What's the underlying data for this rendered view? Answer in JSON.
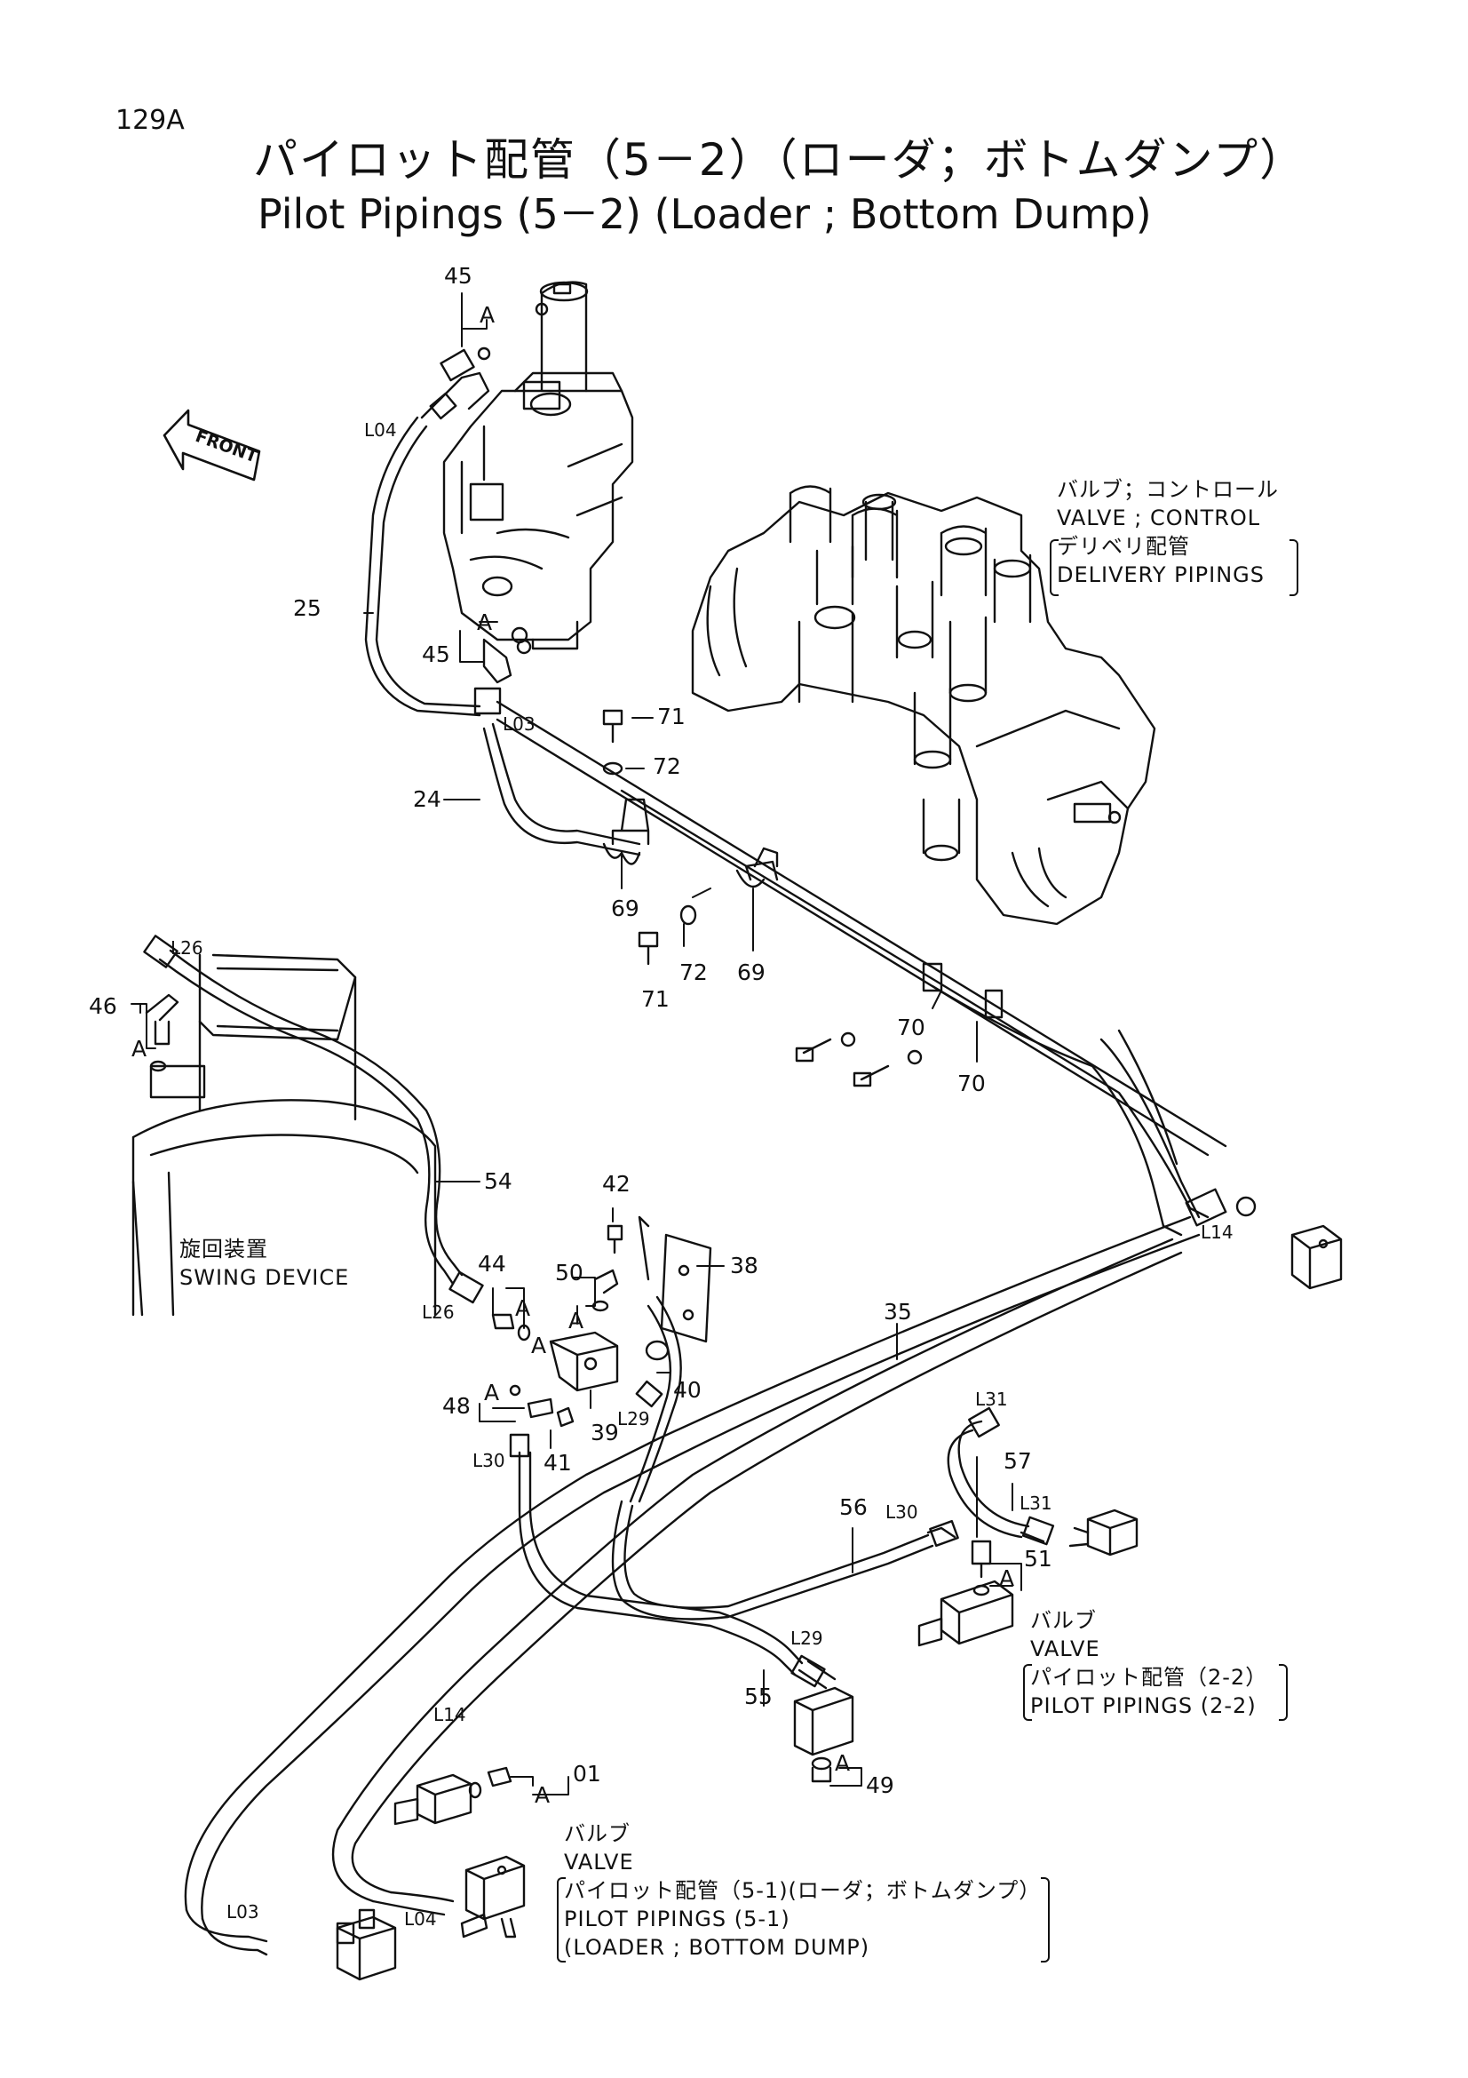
{
  "header": {
    "page_number": "129A",
    "title_jp": "パイロット配管（5－2）（ローダ；ボトムダンプ）",
    "title_en": "Pilot Pipings (5－2) (Loader ; Bottom Dump)"
  },
  "front_indicator": "FRONT",
  "notes": {
    "control_valve": {
      "line1": "バルブ；コントロール",
      "line2": "VALVE ; CONTROL",
      "line3": "デリベリ配管",
      "line4": "DELIVERY PIPINGS"
    },
    "swing_device": {
      "line1": "旋回装置",
      "line2": "SWING DEVICE"
    },
    "valve_pilot_2_2": {
      "line1": "バルブ",
      "line2": "VALVE",
      "line3": "パイロット配管（2-2）",
      "line4": "PILOT PIPINGS (2-2)"
    },
    "valve_pilot_5_1": {
      "line1": "バルブ",
      "line2": "VALVE",
      "line3": "パイロット配管（5-1)(ローダ；ボトムダンプ）",
      "line4": "PILOT PIPINGS (5-1)",
      "line5": "(LOADER ; BOTTOM DUMP)"
    }
  },
  "part_labels": {
    "p45a": "45",
    "p45b": "45",
    "p25": "25",
    "p24": "24",
    "p71a": "71",
    "p72a": "72",
    "p69a": "69",
    "p71b": "71",
    "p72b": "72",
    "p69b": "69",
    "p70a": "70",
    "p70b": "70",
    "p46": "46",
    "p54": "54",
    "p42": "42",
    "p38": "38",
    "p44": "44",
    "p50": "50",
    "p35": "35",
    "p40": "40",
    "p48": "48",
    "p39": "39",
    "p41": "41",
    "p56": "56",
    "p57": "57",
    "p51": "51",
    "p55": "55",
    "p01": "01",
    "p49": "49"
  },
  "line_codes": {
    "l04a": "L04",
    "l03a": "L03",
    "l26a": "L26",
    "l26b": "L26",
    "l14a": "L14",
    "l29a": "L29",
    "l30a": "L30",
    "l31a": "L31",
    "l31b": "L31",
    "l30b": "L30",
    "l29b": "L29",
    "l14b": "L14",
    "l03b": "L03",
    "l04b": "L04"
  },
  "detail_markers": {
    "a1": "A",
    "a2": "A",
    "a3": "A",
    "a4": "A",
    "a5": "A",
    "a6": "A",
    "a7": "A",
    "a8": "A",
    "a9": "A",
    "a10": "A"
  }
}
